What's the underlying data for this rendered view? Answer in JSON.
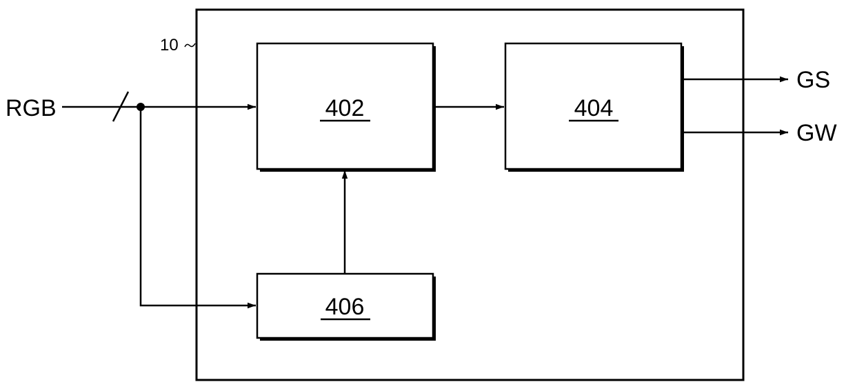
{
  "diagram": {
    "outer_block_ref": "10",
    "input_label": "RGB",
    "output_labels": [
      "GS",
      "GW"
    ],
    "blocks": [
      {
        "id": "402",
        "label": "402"
      },
      {
        "id": "404",
        "label": "404"
      },
      {
        "id": "406",
        "label": "406"
      }
    ]
  }
}
